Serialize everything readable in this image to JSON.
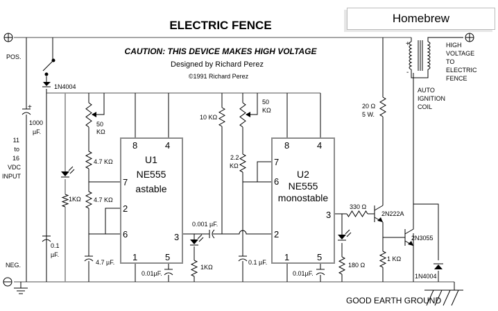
{
  "title": "ELECTRIC FENCE",
  "caution": "CAUTION: THIS DEVICE MAKES HIGH VOLTAGE",
  "designer": "Designed by Richard Perez",
  "copyright": "©1991 Richard Perez",
  "badge": "Homebrew",
  "input": {
    "pos": "POS.",
    "neg": "NEG.",
    "voltage": [
      "11",
      "to",
      "16",
      "VDC",
      "INPUT"
    ]
  },
  "components": {
    "c_input": [
      "1000",
      "µF."
    ],
    "d1": "1N4004",
    "c_01": [
      "0.1",
      "µF."
    ],
    "r_led1": "1KΩ",
    "pot1": [
      "50",
      "KΩ"
    ],
    "r1": "4.7 KΩ",
    "r2": "4.7 KΩ",
    "c_timing1": "4.7 µF.",
    "c5_1": "0.01µF.",
    "c_couple": "0.001 µF.",
    "r_led2": "1KΩ",
    "r_10k": "10 KΩ",
    "pot2": [
      "50",
      "KΩ"
    ],
    "r_22": [
      "2.2",
      "KΩ"
    ],
    "c_timing2": "0.1 µF.",
    "c5_2": "0.01µF.",
    "r_330": "330 Ω",
    "r_180": "180 Ω",
    "q1": "2N222A",
    "q2": "2N3055",
    "r_1k": "1 KΩ",
    "r_20": [
      "20 Ω",
      "5 W."
    ],
    "d2": "1N4004",
    "coil": [
      "AUTO",
      "IGNITION",
      "COIL"
    ],
    "hv": [
      "HIGH",
      "VOLTAGE",
      "TO",
      "ELECTRIC",
      "FENCE"
    ]
  },
  "u1": {
    "name": "U1",
    "part": "NE555",
    "mode": "astable",
    "pins": [
      "8",
      "4",
      "7",
      "2",
      "6",
      "3",
      "1",
      "5"
    ]
  },
  "u2": {
    "name": "U2",
    "part": "NE555",
    "mode": "monostable",
    "pins": [
      "8",
      "4",
      "7",
      "6",
      "2",
      "3",
      "1",
      "5"
    ]
  },
  "ground_label": "GOOD EARTH GROUND"
}
